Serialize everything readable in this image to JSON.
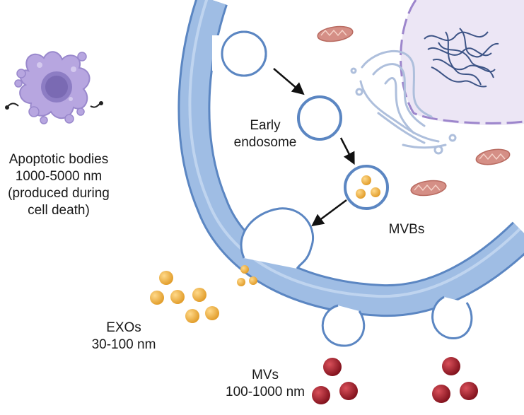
{
  "labels": {
    "apoptotic": [
      "Apoptotic bodies",
      "1000-5000 nm",
      "(produced during",
      "cell death)"
    ],
    "early_endosome": [
      "Early",
      "endosome"
    ],
    "mvbs": "MVBs",
    "exos": [
      "EXOs",
      "30-100 nm"
    ],
    "mvs": [
      "MVs",
      "100-1000 nm"
    ]
  },
  "colors": {
    "membrane_fill": "#9fbde4",
    "membrane_stroke": "#5b86c2",
    "exosome": "#e8a93a",
    "microvesicle": "#a31d2a",
    "apoptotic_body": "#b7a6e0",
    "nucleus": "#ece6f5",
    "mitochondria": "#d58f86",
    "arrow": "#111111"
  }
}
